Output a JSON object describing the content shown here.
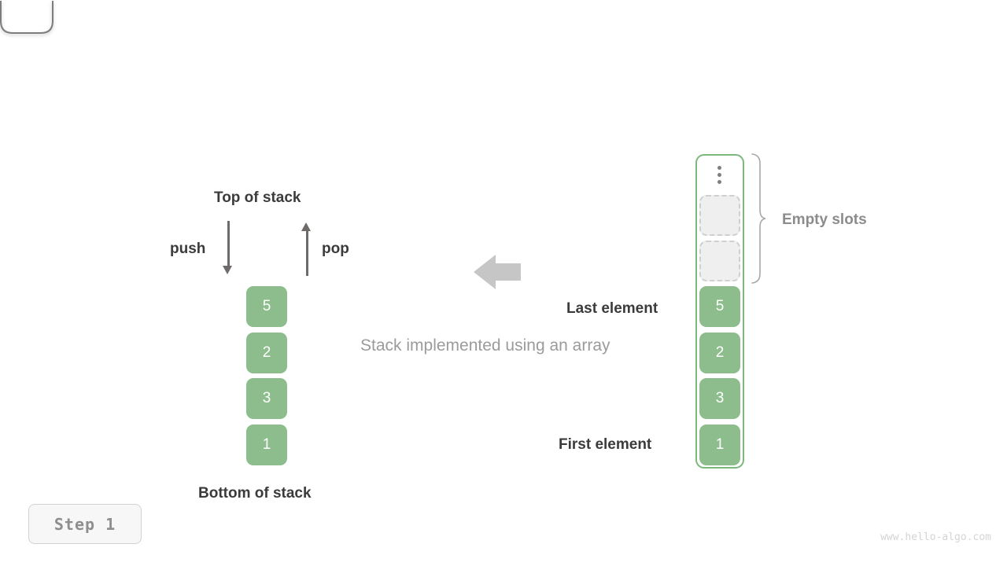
{
  "diagram": {
    "caption": "Stack implemented using an array",
    "step_badge": "Step 1",
    "watermark": "www.hello-algo.com"
  },
  "left_stack": {
    "top_label": "Top of stack",
    "bottom_label": "Bottom of stack",
    "push_label": "push",
    "pop_label": "pop",
    "cells": [
      {
        "value": "5"
      },
      {
        "value": "2"
      },
      {
        "value": "3"
      },
      {
        "value": "1"
      }
    ]
  },
  "right_array": {
    "empty_slots_label": "Empty slots",
    "last_element_label": "Last element",
    "first_element_label": "First element",
    "ellipsis": "vertical-ellipsis",
    "empty_slot_count": 2,
    "cells": [
      {
        "value": "5"
      },
      {
        "value": "2"
      },
      {
        "value": "3"
      },
      {
        "value": "1"
      }
    ]
  },
  "colors": {
    "cell_fill": "#8dbd8d",
    "cell_text": "#ffffff",
    "array_border": "#7cb87c",
    "empty_slot_fill": "#efefef",
    "empty_slot_border": "#cfcfcf",
    "wall": "#7d7d7d",
    "arrow": "#6e6a6a",
    "center_arrow": "#c6c6c6",
    "label_dark": "#3b3b3b",
    "label_gray": "#8c8c8c",
    "caption_gray": "#9b9b9b",
    "badge_text": "#8e8e8e",
    "watermark": "#d4d4d4"
  }
}
